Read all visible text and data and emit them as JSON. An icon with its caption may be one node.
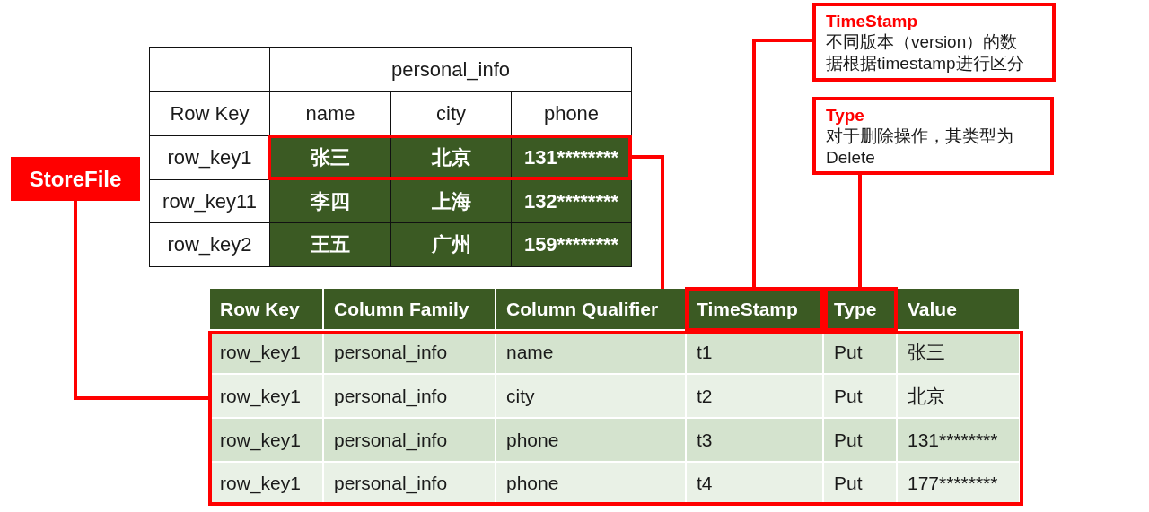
{
  "diagram": {
    "nodes": [
      {
        "text": [
          "TimeStamp",
          "不同版本（version）的数据根据timestamp进行区分"
        ]
      },
      {
        "text": [],
        "shape": "box"
      },
      {
        "text": [],
        "shape": "box",
        "in": 1
      },
      {
        "text": [
          "Type",
          "对于删除操作，其类型为Delete"
        ]
      },
      {
        "text": [
          "StoreFile"
        ]
      },
      {
        "text": [],
        "shape": "box"
      },
      {
        "text": [],
        "shape": "box",
        "in": 5
      },
      {
        "text": [],
        "shape": "box",
        "in": 5
      },
      {
        "text": [],
        "shape": "box",
        "in": 5
      }
    ],
    "edges": [
      {
        "from": 2,
        "to": 5,
        "arrow": "none"
      },
      {
        "from": 0,
        "to": 6,
        "arrow": "none"
      },
      {
        "from": 3,
        "to": 7,
        "arrow": "none"
      },
      {
        "from": 4,
        "to": 8,
        "arrow": "none"
      }
    ],
    "labels": [
      "personal_info",
      "Row Key",
      "name",
      "city",
      "phone",
      "row_key1",
      "张三",
      "北京",
      "131********",
      "row_key11",
      "李四",
      "上海",
      "132********",
      "row_key2",
      "王五",
      "广州",
      "159********",
      "Row Key",
      "Column Family",
      "Column Qualifier",
      "TimeStamp",
      "Type",
      "Value",
      "row_key1",
      "personal_info",
      "name",
      "t1",
      "Put",
      "张三",
      "row_key1",
      "personal_info",
      "city",
      "t2",
      "Put",
      "北京",
      "row_key1",
      "personal_info",
      "phone",
      "t3",
      "Put",
      "131********",
      "row_key1",
      "personal_info",
      "phone",
      "t4",
      "Put",
      "177********"
    ]
  }
}
